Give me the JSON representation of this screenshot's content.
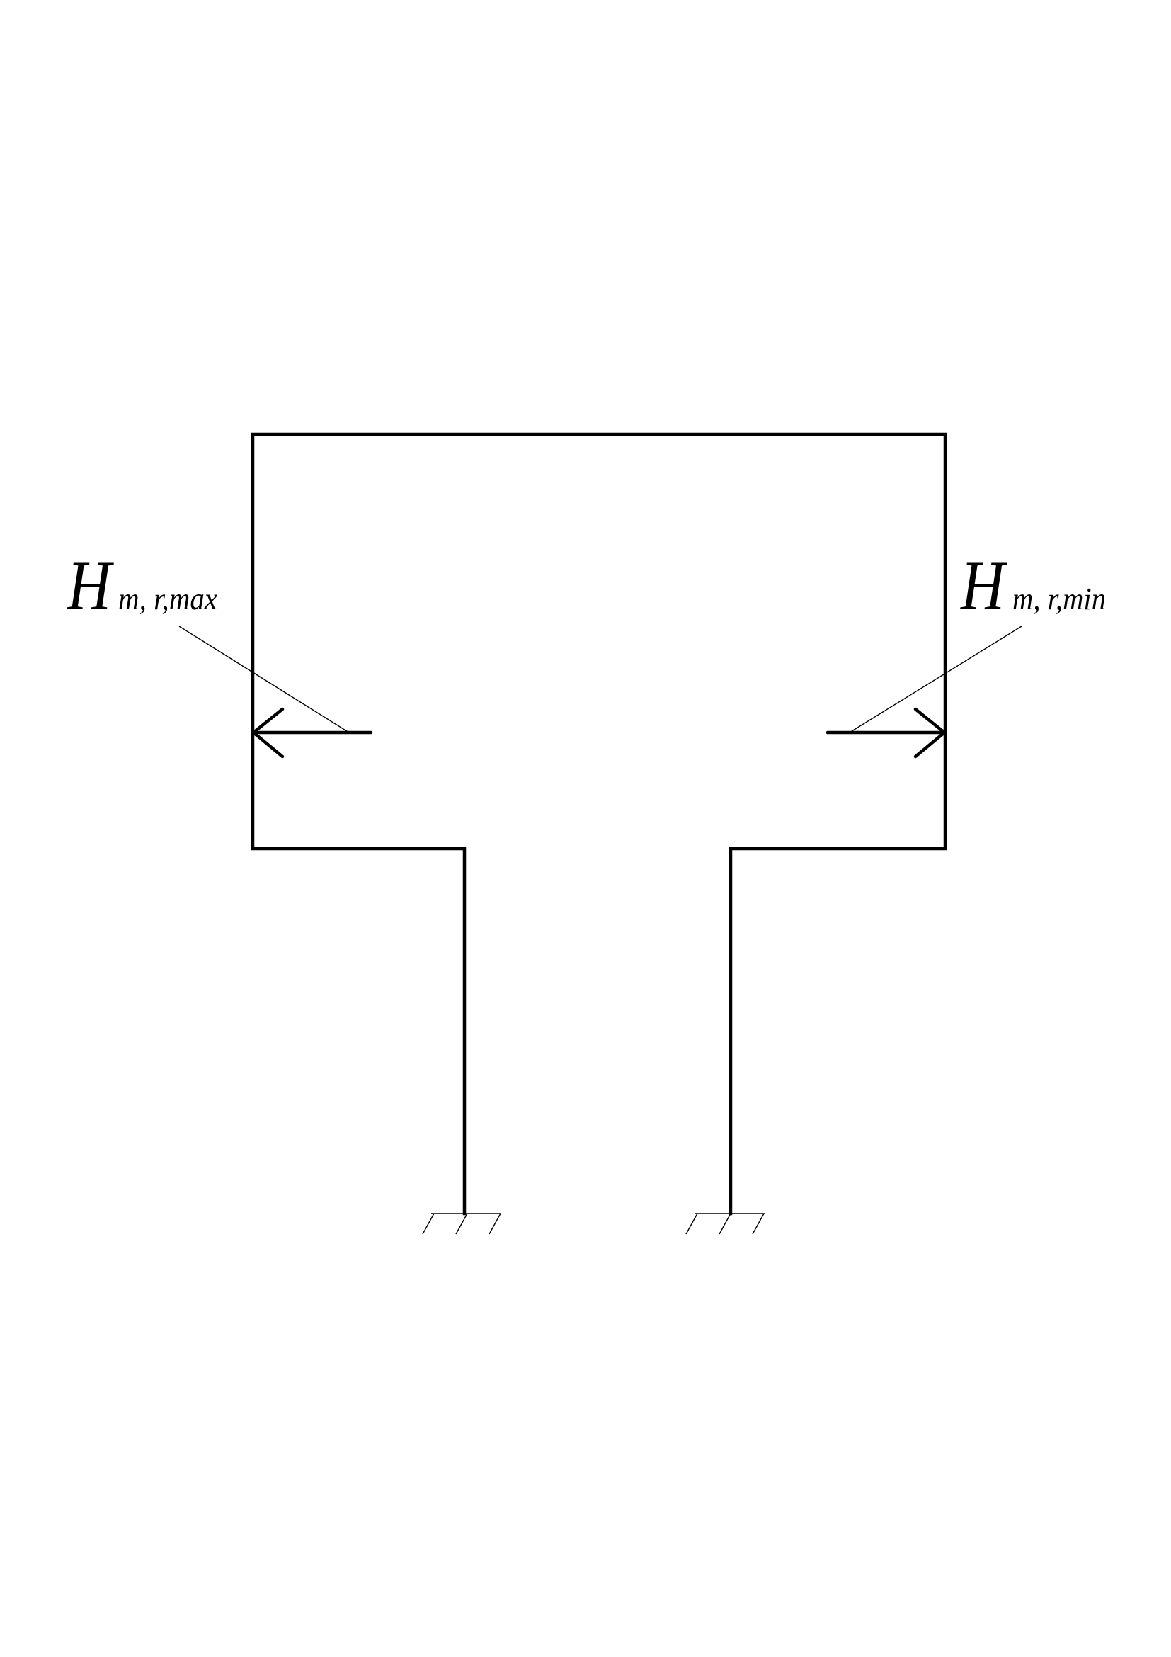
{
  "loads": {
    "left": {
      "symbol": "H",
      "subscript": "m, r,max"
    },
    "right": {
      "symbol": "H",
      "subscript": "m, r,min"
    }
  },
  "colors": {
    "line": "#000000",
    "background": "#ffffff"
  }
}
